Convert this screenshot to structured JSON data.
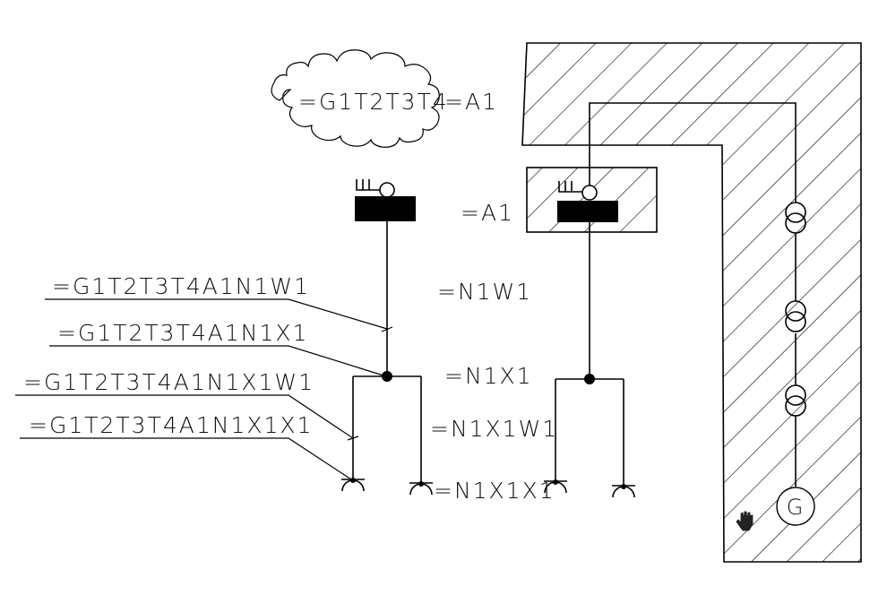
{
  "diagram": {
    "type": "electrical-designation-schematic",
    "cloud_label": "=G1T2T3T4",
    "cloud_suffix": "=A1",
    "device_label": "=A1",
    "leader_labels": [
      "=G1T2T3T4A1N1W1",
      "=G1T2T3T4A1N1X1",
      "=G1T2T3T4A1N1X1W1",
      "=G1T2T3T4A1N1X1X1"
    ],
    "short_labels": {
      "cable": "=N1W1",
      "junction": "=N1X1",
      "branch_cable": "=N1X1W1",
      "terminal": "=N1X1X1"
    },
    "generator_glyph": "G",
    "device_glyph": "Ш",
    "icons": [
      "cloud-outline",
      "device-symbol",
      "junction-dot",
      "terminal-symbol",
      "transformer-symbol",
      "generator-symbol",
      "hand-cursor-icon"
    ],
    "colors": {
      "ink": "#000000",
      "background": "#ffffff"
    }
  }
}
